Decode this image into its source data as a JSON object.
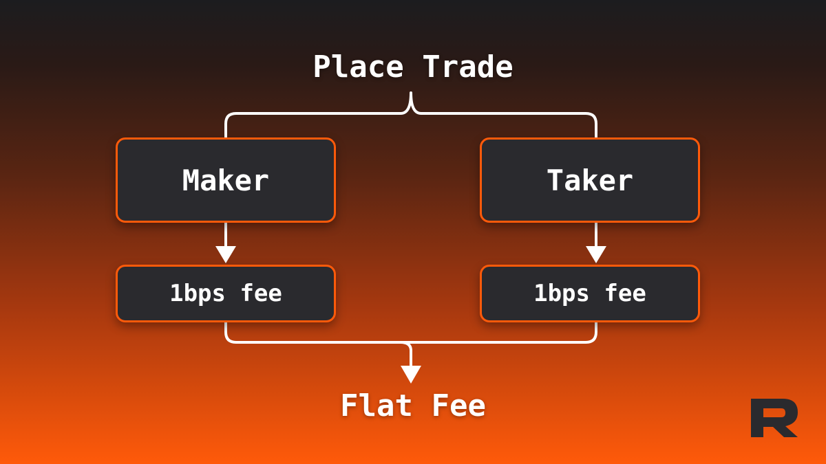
{
  "diagram": {
    "title": "Place Trade",
    "nodes": {
      "maker": "Maker",
      "taker": "Taker",
      "maker_fee": "1bps fee",
      "taker_fee": "1bps fee"
    },
    "result": "Flat Fee"
  },
  "colors": {
    "accent": "#ff5a0a",
    "node_fill": "#2a2a2e",
    "text": "#ffffff",
    "connector": "#ffffff"
  },
  "logo": {
    "icon": "brand-r-logo-icon"
  }
}
